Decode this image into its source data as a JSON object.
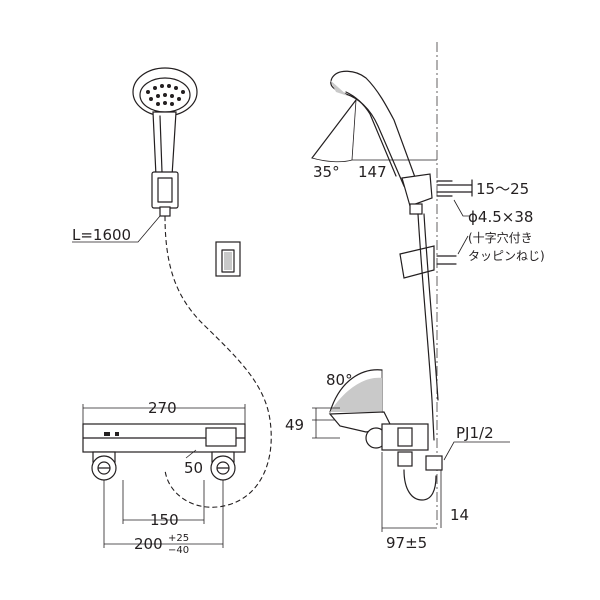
{
  "labels": {
    "hose_length": "L=1600",
    "width_270": "270",
    "height_49": "49",
    "dim_50": "50",
    "dim_150": "150",
    "dim_200": "200",
    "tol_plus": "+25",
    "tol_minus": "−40",
    "angle_35": "35°",
    "dim_147": "147",
    "range_15_25": "15～25",
    "screw_spec": "ϕ4.5×38",
    "screw_note_1": "(十字穴付き",
    "screw_note_2": "タッピンねじ)",
    "angle_80": "80°",
    "pipe_thread": "PJ1/2",
    "dim_14": "14",
    "dim_97": "97±5"
  }
}
